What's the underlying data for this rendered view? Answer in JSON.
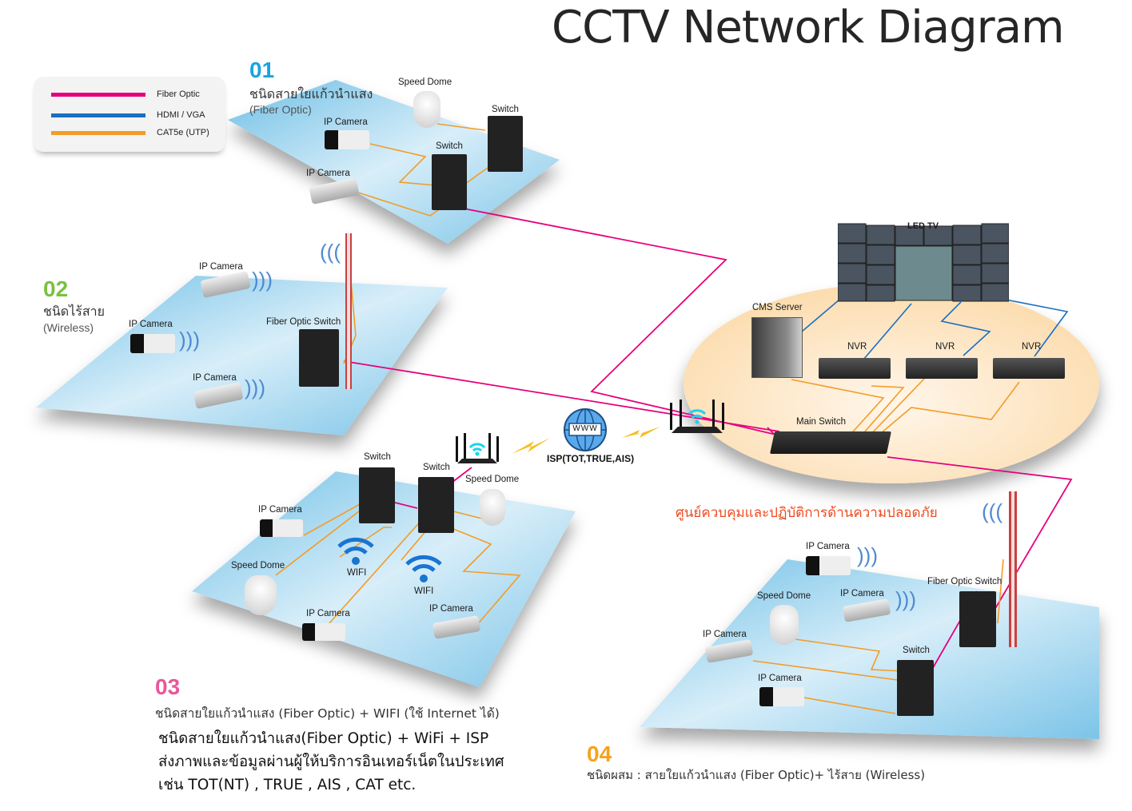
{
  "title": "CCTV Network Diagram",
  "colors": {
    "fiber_optic": "#e6007e",
    "hdmi_vga": "#1b6fc2",
    "cat5e": "#f39c27",
    "section_01": "#1aa3e0",
    "section_02": "#7ac143",
    "section_03": "#e8589a",
    "section_04": "#f7a21b",
    "control_center_caption": "#f04a1e",
    "floor_blue": "#9fd3ec",
    "control_floor": "#fde3bd"
  },
  "legend": {
    "items": [
      {
        "label": "Fiber Optic",
        "color": "#e6007e"
      },
      {
        "label": "HDMI / VGA",
        "color": "#1b6fc2"
      },
      {
        "label": "CAT5e (UTP)",
        "color": "#f39c27"
      }
    ]
  },
  "sections": {
    "s01": {
      "number": "01",
      "thai": "ชนิดสายใยแก้วนำแสง",
      "sub": "(Fiber Optic)"
    },
    "s02": {
      "number": "02",
      "thai": "ชนิดไร้สาย",
      "sub": "(Wireless)"
    },
    "s03": {
      "number": "03",
      "thai": "ชนิดสายใยแก้วนำแสง (Fiber Optic) + WIFI (ใช้ Internet ได้)"
    },
    "s04": {
      "number": "04",
      "thai": "ชนิดผสม : สายใยแก้วนำแสง (Fiber Optic)+ ไร้สาย (Wireless)"
    }
  },
  "description": {
    "lines": [
      "ชนิดสายใยแก้วนำแสง(Fiber Optic) + WiFi + ISP",
      "ส่งภาพและข้อมูลผ่านผู้ให้บริการอินเทอร์เน็ตในประเทศ",
      "เช่น TOT(NT) , TRUE , AIS , CAT etc."
    ]
  },
  "control_center": {
    "caption": "ศูนย์ควบคุมและปฏิบัติการด้านความปลอดภัย",
    "led_tv": "LED TV",
    "cms_server": "CMS Server",
    "nvr": [
      "NVR",
      "NVR",
      "NVR"
    ],
    "main_switch": "Main Switch"
  },
  "isp": {
    "label": "ISP(TOT,TRUE,AIS)",
    "globe_text": "WWW"
  },
  "devices": {
    "s01": {
      "speed_dome": "Speed Dome",
      "switch_a": "Switch",
      "switch_b": "Switch",
      "ip_camera_a": "IP Camera",
      "ip_camera_b": "IP Camera"
    },
    "s02": {
      "ip_camera_a": "IP Camera",
      "ip_camera_b": "IP Camera",
      "ip_camera_c": "IP Camera",
      "fiber_switch": "Fiber Optic Switch"
    },
    "s03": {
      "switch_a": "Switch",
      "switch_b": "Switch",
      "speed_dome_a": "Speed Dome",
      "speed_dome_b": "Speed Dome",
      "ip_camera_a": "IP Camera",
      "ip_camera_b": "IP Camera",
      "ip_camera_c": "IP Camera",
      "wifi_a": "WIFI",
      "wifi_b": "WIFI"
    },
    "s04": {
      "ip_camera_a": "IP Camera",
      "ip_camera_b": "IP Camera",
      "ip_camera_c": "IP Camera",
      "ip_camera_d": "IP Camera",
      "speed_dome": "Speed Dome",
      "switch": "Switch",
      "fiber_switch": "Fiber Optic Switch"
    }
  }
}
